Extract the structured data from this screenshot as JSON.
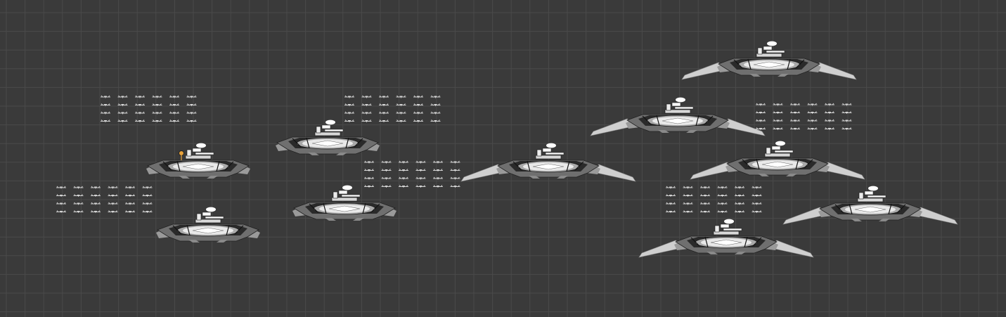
{
  "scene": {
    "background_color": "#3a3a3a",
    "grid_line_color": "#4a4a4a",
    "grid_spacing_world_units": 1,
    "selection_marker_color": "#e8a23a"
  },
  "units": [
    {
      "id": "carrier-1",
      "kind": "carrier",
      "variant": "compact",
      "selected": true
    },
    {
      "id": "carrier-2",
      "kind": "carrier",
      "variant": "compact",
      "selected": false
    },
    {
      "id": "carrier-3",
      "kind": "carrier",
      "variant": "compact",
      "selected": false
    },
    {
      "id": "carrier-4",
      "kind": "carrier",
      "variant": "compact",
      "selected": false
    },
    {
      "id": "carrier-5",
      "kind": "carrier",
      "variant": "winged",
      "selected": false
    },
    {
      "id": "carrier-6",
      "kind": "carrier",
      "variant": "winged",
      "selected": false
    },
    {
      "id": "carrier-7",
      "kind": "carrier",
      "variant": "winged",
      "selected": false
    },
    {
      "id": "carrier-8",
      "kind": "carrier",
      "variant": "winged",
      "selected": false
    },
    {
      "id": "carrier-9",
      "kind": "carrier",
      "variant": "winged",
      "selected": false
    },
    {
      "id": "carrier-10",
      "kind": "carrier",
      "variant": "winged",
      "selected": false
    }
  ],
  "squadrons": [
    {
      "id": "squadron-1",
      "kind": "fighter-formation",
      "rows": 4,
      "cols": 6
    },
    {
      "id": "squadron-2",
      "kind": "fighter-formation",
      "rows": 4,
      "cols": 6
    },
    {
      "id": "squadron-3",
      "kind": "fighter-formation",
      "rows": 4,
      "cols": 6
    },
    {
      "id": "squadron-4",
      "kind": "fighter-formation",
      "rows": 4,
      "cols": 6
    },
    {
      "id": "squadron-5",
      "kind": "fighter-formation",
      "rows": 4,
      "cols": 6
    },
    {
      "id": "squadron-6",
      "kind": "fighter-formation",
      "rows": 4,
      "cols": 6
    }
  ]
}
